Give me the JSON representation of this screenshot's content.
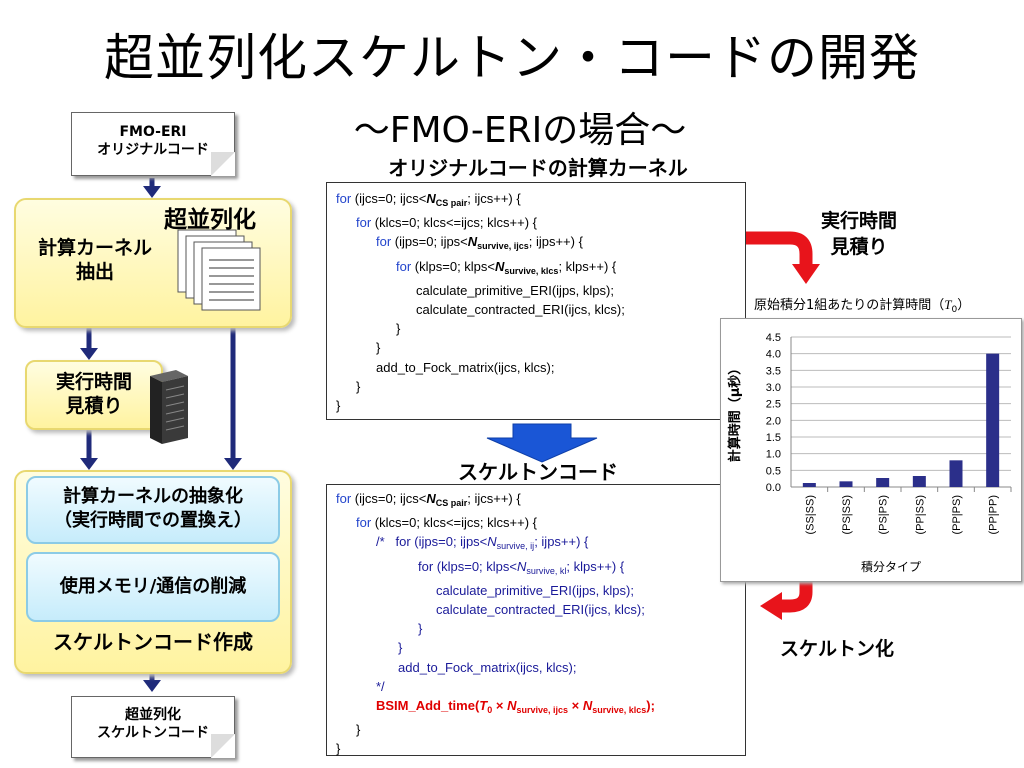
{
  "title": "超並列化スケルトン・コードの開発",
  "subtitle": "～FMO-ERIの場合～",
  "left_flow": {
    "doc_top": [
      "FMO-ERI",
      "オリジナルコード"
    ],
    "group1_title": "超並列化",
    "step_extract": [
      "計算カーネル",
      "抽出"
    ],
    "step_time": [
      "実行時間",
      "見積り"
    ],
    "step_abstract": [
      "計算カーネルの抽象化",
      "（実行時間での置換え）"
    ],
    "step_memory": "使用メモリ/通信の削減",
    "group2_title": "スケルトンコード作成",
    "doc_bottom": [
      "超並列化",
      "スケルトンコード"
    ]
  },
  "original": {
    "heading": "オリジナルコードの計算カーネル",
    "kw_for": "for",
    "l1a": "(ijcs=0; ijcs<",
    "l1n": "N",
    "l1s": "CS pair",
    "l1b": "; ijcs++) {",
    "l2": "(klcs=0; klcs<=ijcs; klcs++) {",
    "l3a": "(ijps=0; ijps<",
    "l3n": "N",
    "l3s": "survive, ijcs",
    "l3b": "; ijps++) {",
    "l4a": "(klps=0; klps<",
    "l4n": "N",
    "l4s": "survive, klcs",
    "l4b": "; klps++) {",
    "l5": "calculate_primitive_ERI(ijps, klps);",
    "l6": "calculate_contracted_ERI(ijcs, klcs);",
    "l7": "}",
    "l8": "}",
    "l9": "add_to_Fock_matrix(ijcs, klcs);",
    "l10": "}",
    "l11": "}"
  },
  "skeleton": {
    "heading": "スケルトンコード",
    "kw_for": "for",
    "l1a": "(ijcs=0; ijcs<",
    "l1n": "N",
    "l1s": "CS pair",
    "l1b": "; ijcs++) {",
    "l2": "(klcs=0; klcs<=ijcs; klcs++) {",
    "l3a": "/*   for (ijps=0; ijps<",
    "l3n": "N",
    "l3s": "survive, ij",
    "l3b": "; ijps++) {",
    "l4a": "for (klps=0; klps<",
    "l4n": "N",
    "l4s": "survive, kl",
    "l4b": "; klps++) {",
    "l5": "calculate_primitive_ERI(ijps, klps);",
    "l6": "calculate_contracted_ERI(ijcs, klcs);",
    "l7": "}",
    "l8": "}",
    "l9": "add_to_Fock_matrix(ijcs, klcs);",
    "l10": "*/",
    "bsim_a": "BSIM_Add_time(",
    "bsim_t": "T",
    "bsim_t0": "0",
    "bsim_x1": " × ",
    "bsim_n1": "N",
    "bsim_s1": "survive, ijcs",
    "bsim_x2": " × ",
    "bsim_n2": "N",
    "bsim_s2": "survive, klcs",
    "bsim_end": ");",
    "l12": "}",
    "l13": "}"
  },
  "right": {
    "time_label": [
      "実行時間",
      "見積り"
    ],
    "skeleton_label": "スケルトン化",
    "chart_caption_a": "原始積分1組あたりの計算時間（",
    "chart_caption_t": "T",
    "chart_caption_0": "0",
    "chart_caption_b": "）"
  },
  "colors": {
    "red_arrow": "#e8141b",
    "blue_arrow": "#1a56d6",
    "navy_arrow": "#1f2a7a",
    "bar": "#2b2f8a"
  },
  "chart_data": {
    "type": "bar",
    "categories": [
      "(SS|SS)",
      "(PS|SS)",
      "(PS|PS)",
      "(PP|SS)",
      "(PP|PS)",
      "(PP|PP)"
    ],
    "values": [
      0.12,
      0.17,
      0.27,
      0.33,
      0.8,
      4.0
    ],
    "ylim": [
      0,
      4.5
    ],
    "yticks": [
      "0.0",
      "0.5",
      "1.0",
      "1.5",
      "2.0",
      "2.5",
      "3.0",
      "3.5",
      "4.0",
      "4.5"
    ],
    "ylabel": "計算時間（μ秒）",
    "xlabel": "積分タイプ",
    "grid": true
  }
}
